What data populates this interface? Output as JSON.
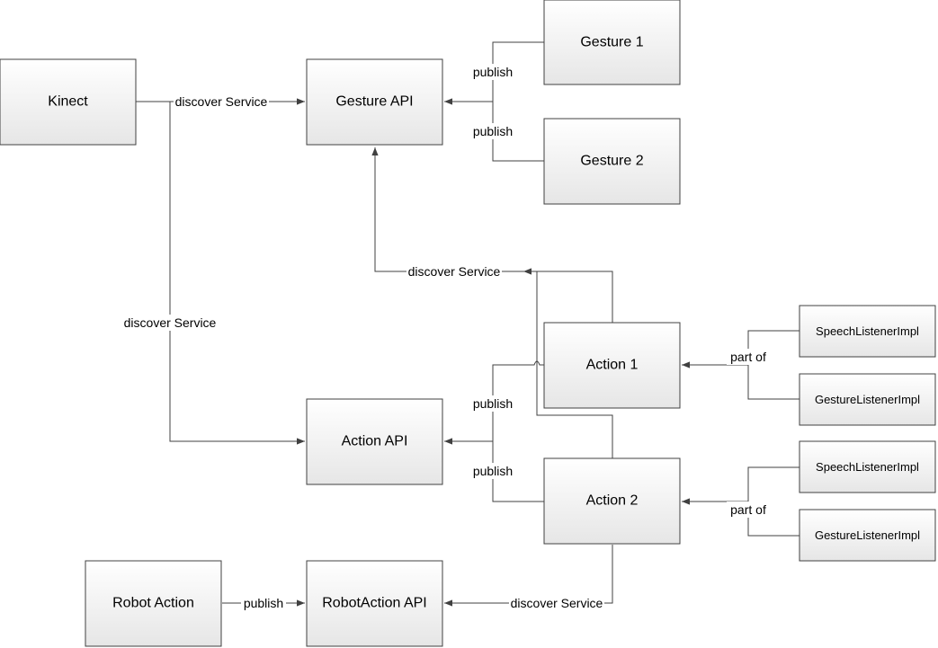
{
  "nodes": {
    "kinect": "Kinect",
    "gesture_api": "Gesture API",
    "gesture_1": "Gesture 1",
    "gesture_2": "Gesture 2",
    "action_api": "Action API",
    "action_1": "Action 1",
    "action_2": "Action 2",
    "robot_action": "Robot Action",
    "robotaction_api": "RobotAction API",
    "speech_listener_1": "SpeechListenerImpl",
    "gesture_listener_1": "GestureListenerImpl",
    "speech_listener_2": "SpeechListenerImpl",
    "gesture_listener_2": "GestureListenerImpl"
  },
  "edge_labels": {
    "kinect_to_gesture_api": "discover Service",
    "kinect_to_action_api": "discover Service",
    "gesture1_publish": "publish",
    "gesture2_publish": "publish",
    "actions_to_gesture_api": "discover Service",
    "action1_publish": "publish",
    "action2_publish": "publish",
    "action1_part_of": "part of",
    "action2_part_of": "part of",
    "robot_action_publish": "publish",
    "action2_to_robotaction_api": "discover Service"
  }
}
